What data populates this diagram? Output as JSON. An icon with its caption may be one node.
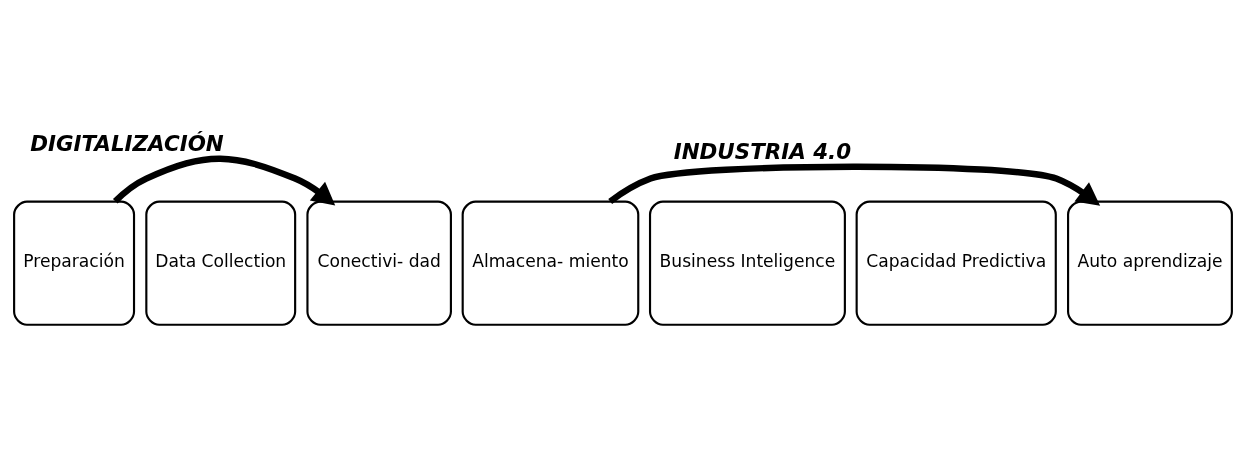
{
  "diagram": {
    "nodes": [
      {
        "text": [
          "Preparación"
        ]
      },
      {
        "text": [
          "Data Collection"
        ]
      },
      {
        "text": [
          "Conectivi- dad"
        ]
      },
      {
        "text": [
          "Almacena- miento"
        ]
      },
      {
        "text": [
          "Business Inteligence"
        ]
      },
      {
        "text": [
          "Capacidad Predictiva"
        ]
      },
      {
        "text": [
          "Auto aprendizaje"
        ]
      }
    ],
    "edges": [
      {
        "from": 0,
        "to": 2,
        "arrow": "to",
        "label": "DIGITALIZACIÓN"
      },
      {
        "from": 3,
        "to": 6,
        "arrow": "to",
        "label": "INDUSTRIA 4.0"
      }
    ]
  }
}
